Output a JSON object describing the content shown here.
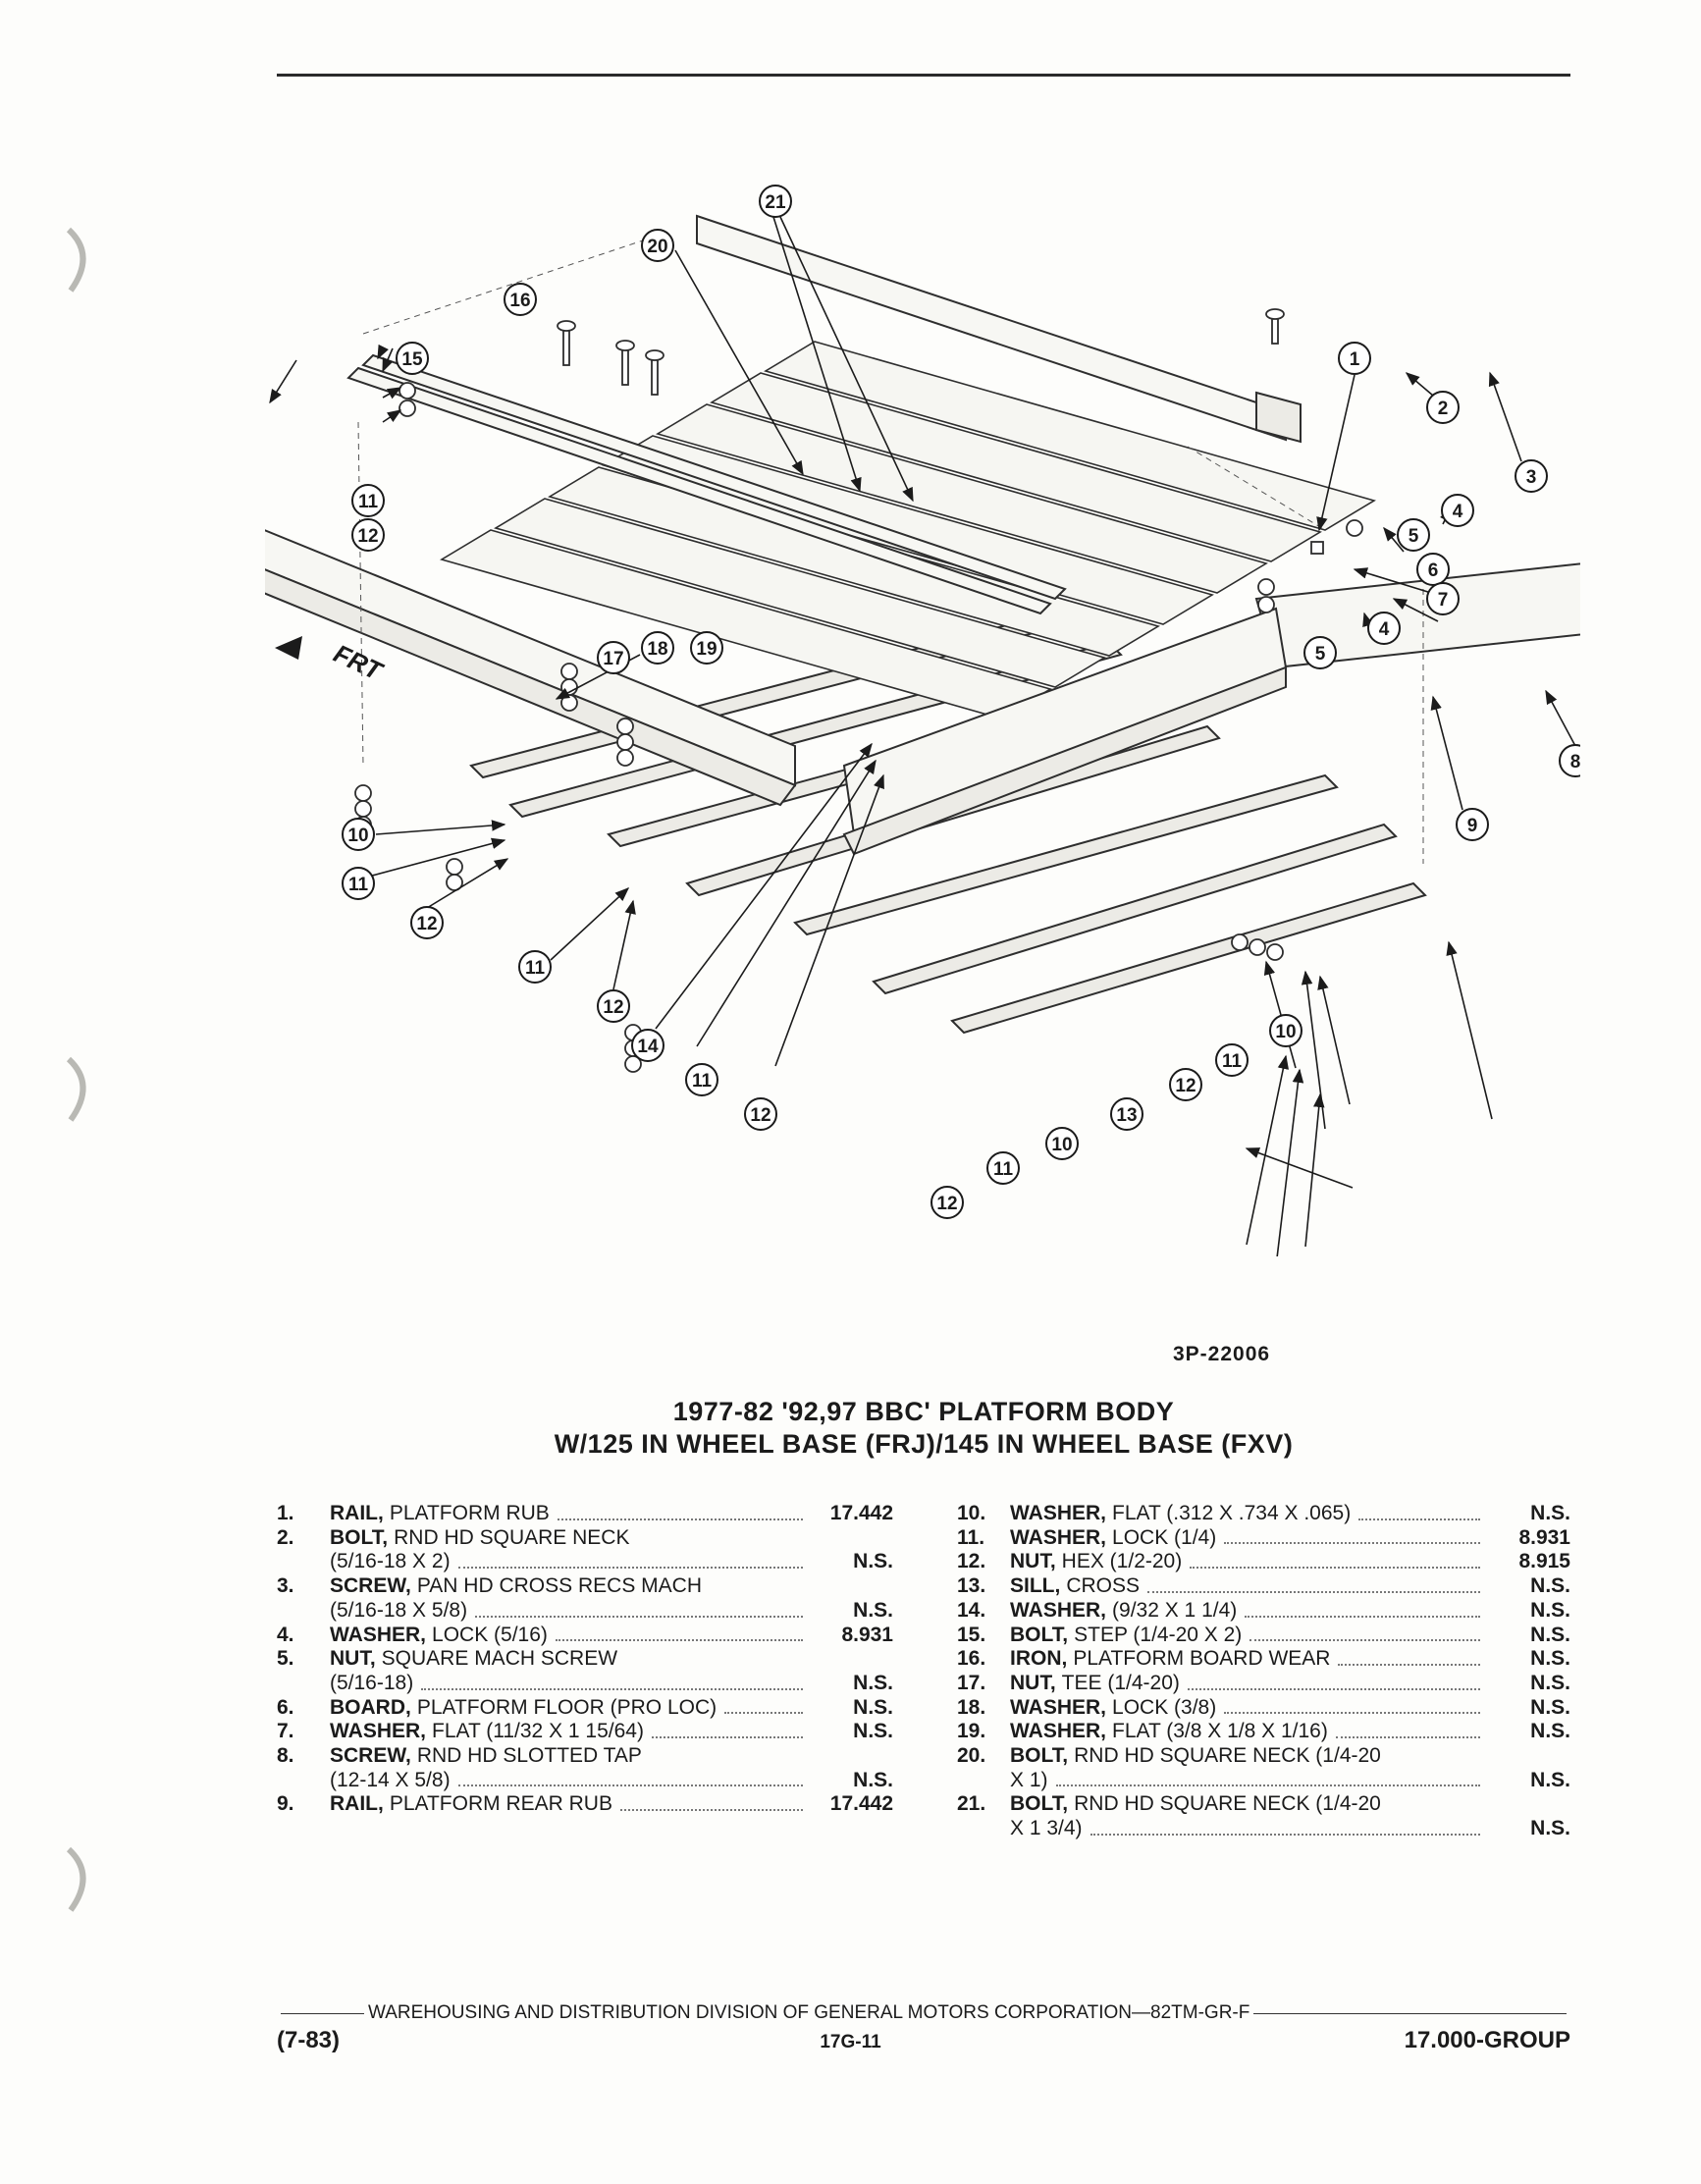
{
  "ref_code": "3P-22006",
  "diagram": {
    "frt_label": "FRT",
    "callouts": [
      "1",
      "2",
      "3",
      "4",
      "5",
      "6",
      "7",
      "8",
      "9",
      "10",
      "11",
      "12",
      "13",
      "14",
      "15",
      "16",
      "17",
      "18",
      "19",
      "20",
      "21"
    ]
  },
  "title": {
    "line1": "1977-82 '92,97 BBC' PLATFORM BODY",
    "line2": "W/125 IN WHEEL BASE (FRJ)/145 IN WHEEL BASE (FXV)"
  },
  "parts_left": [
    {
      "num": "1.",
      "lines": [
        {
          "prefix": "RAIL,",
          "text": "PLATFORM RUB"
        }
      ],
      "value": "17.442"
    },
    {
      "num": "2.",
      "lines": [
        {
          "prefix": "BOLT,",
          "text": "RND HD SQUARE NECK"
        },
        {
          "prefix": "",
          "text": "(5/16-18 X 2)"
        }
      ],
      "value": "N.S."
    },
    {
      "num": "3.",
      "lines": [
        {
          "prefix": "SCREW,",
          "text": "PAN HD CROSS RECS MACH"
        },
        {
          "prefix": "",
          "text": "(5/16-18 X 5/8)"
        }
      ],
      "value": "N.S."
    },
    {
      "num": "4.",
      "lines": [
        {
          "prefix": "WASHER,",
          "text": "LOCK (5/16)"
        }
      ],
      "value": "8.931"
    },
    {
      "num": "5.",
      "lines": [
        {
          "prefix": "NUT,",
          "text": "SQUARE MACH SCREW"
        },
        {
          "prefix": "",
          "text": "(5/16-18)"
        }
      ],
      "value": "N.S."
    },
    {
      "num": "6.",
      "lines": [
        {
          "prefix": "BOARD,",
          "text": "PLATFORM FLOOR (PRO LOC)"
        }
      ],
      "value": "N.S."
    },
    {
      "num": "7.",
      "lines": [
        {
          "prefix": "WASHER,",
          "text": "FLAT (11/32 X 1 15/64)"
        }
      ],
      "value": "N.S."
    },
    {
      "num": "8.",
      "lines": [
        {
          "prefix": "SCREW,",
          "text": "RND HD SLOTTED TAP"
        },
        {
          "prefix": "",
          "text": "(12-14 X 5/8)"
        }
      ],
      "value": "N.S."
    },
    {
      "num": "9.",
      "lines": [
        {
          "prefix": "RAIL,",
          "text": "PLATFORM REAR RUB"
        }
      ],
      "value": "17.442"
    }
  ],
  "parts_right": [
    {
      "num": "10.",
      "lines": [
        {
          "prefix": "WASHER,",
          "text": "FLAT (.312 X .734 X .065)"
        }
      ],
      "value": "N.S."
    },
    {
      "num": "11.",
      "lines": [
        {
          "prefix": "WASHER,",
          "text": "LOCK (1/4)"
        }
      ],
      "value": "8.931"
    },
    {
      "num": "12.",
      "lines": [
        {
          "prefix": "NUT,",
          "text": "HEX (1/2-20)"
        }
      ],
      "value": "8.915"
    },
    {
      "num": "13.",
      "lines": [
        {
          "prefix": "SILL,",
          "text": "CROSS"
        }
      ],
      "value": "N.S."
    },
    {
      "num": "14.",
      "lines": [
        {
          "prefix": "WASHER,",
          "text": "(9/32 X 1 1/4)"
        }
      ],
      "value": "N.S."
    },
    {
      "num": "15.",
      "lines": [
        {
          "prefix": "BOLT,",
          "text": "STEP (1/4-20 X 2)"
        }
      ],
      "value": "N.S."
    },
    {
      "num": "16.",
      "lines": [
        {
          "prefix": "IRON,",
          "text": "PLATFORM BOARD WEAR"
        }
      ],
      "value": "N.S."
    },
    {
      "num": "17.",
      "lines": [
        {
          "prefix": "NUT,",
          "text": "TEE (1/4-20)"
        }
      ],
      "value": "N.S."
    },
    {
      "num": "18.",
      "lines": [
        {
          "prefix": "WASHER,",
          "text": "LOCK (3/8)"
        }
      ],
      "value": "N.S."
    },
    {
      "num": "19.",
      "lines": [
        {
          "prefix": "WASHER,",
          "text": "FLAT (3/8 X 1/8 X 1/16)"
        }
      ],
      "value": "N.S."
    },
    {
      "num": "20.",
      "lines": [
        {
          "prefix": "BOLT,",
          "text": "RND HD SQUARE NECK (1/4-20"
        },
        {
          "prefix": "",
          "text": "X 1)"
        }
      ],
      "value": "N.S."
    },
    {
      "num": "21.",
      "lines": [
        {
          "prefix": "BOLT,",
          "text": "RND HD SQUARE NECK (1/4-20"
        },
        {
          "prefix": "",
          "text": "X 1 3/4)"
        }
      ],
      "value": "N.S."
    }
  ],
  "footer": {
    "division": "WAREHOUSING AND DISTRIBUTION DIVISION OF GENERAL MOTORS CORPORATION—82TM-GR-F",
    "date": "(7-83)",
    "page": "17G-11",
    "group": "17.000-GROUP"
  }
}
